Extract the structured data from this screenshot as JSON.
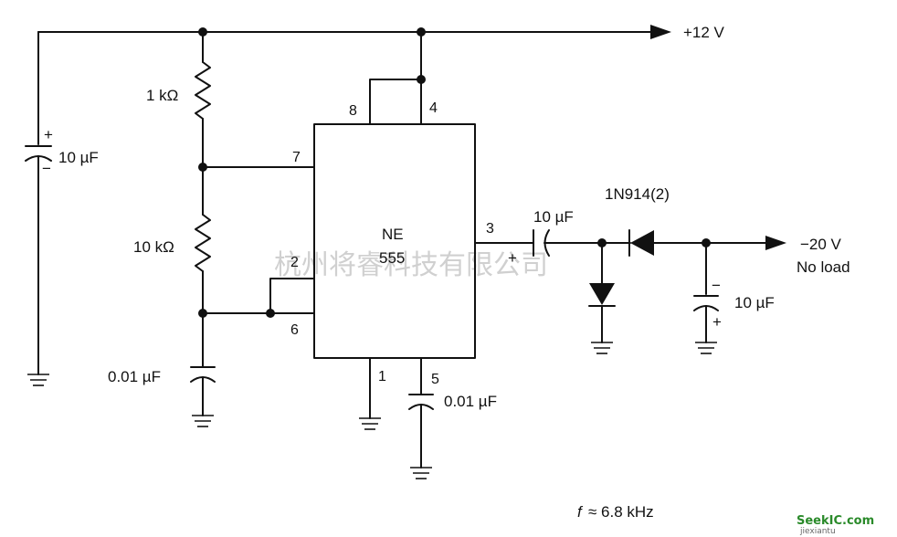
{
  "labels": {
    "vplus": "+12 V",
    "c_left": "10 µF",
    "r1": "1 kΩ",
    "r2": "10 kΩ",
    "c_timing": "0.01 µF",
    "c_ctrl": "0.01 µF",
    "ic_line1": "NE",
    "ic_line2": "555",
    "c_coupling": "10 µF",
    "diode": "1N914(2)",
    "vout": "−20 V",
    "vout_note": "No load",
    "c_out": "10 µF",
    "freq_sym": "f",
    "freq_val": "≈ 6.8 kHz",
    "plus": "+",
    "minus": "−"
  },
  "pins": {
    "p1": "1",
    "p2": "2",
    "p3": "3",
    "p4": "4",
    "p5": "5",
    "p6": "6",
    "p7": "7",
    "p8": "8"
  },
  "watermark": "杭州将睿科技有限公司",
  "logo": "SeekIC.com",
  "logo_sub": "jiexiantu"
}
